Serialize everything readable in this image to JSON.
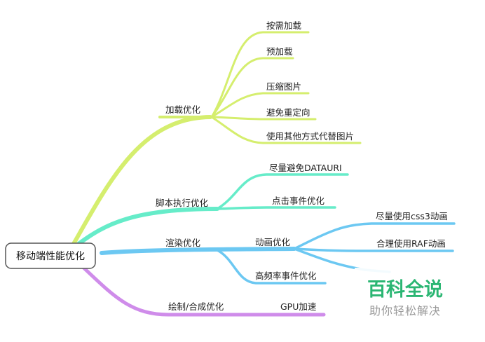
{
  "colors": {
    "green": "#d5ee6e",
    "teal": "#66ecc9",
    "blue": "#6cc8f2",
    "purple": "#cf8cea",
    "watermark": "#2bb673"
  },
  "mindmap": {
    "root": "移动端性能优化",
    "branches": [
      {
        "label": "加载优化",
        "children": [
          "按需加载",
          "预加载",
          "压缩图片",
          "避免重定向",
          "使用其他方式代替图片"
        ]
      },
      {
        "label": "脚本执行优化",
        "children": [
          "尽量避免DATAURI",
          "点击事件优化"
        ]
      },
      {
        "label": "渲染优化",
        "children": [
          {
            "label": "动画优化",
            "children": [
              "尽量使用css3动画",
              "合理使用RAF动画"
            ]
          },
          "高频率事件优化"
        ]
      },
      {
        "label": "绘制/合成优化",
        "children": [
          "GPU加速"
        ]
      }
    ]
  },
  "watermark": {
    "title": "百科全说",
    "subtitle": "助你轻松解决"
  }
}
